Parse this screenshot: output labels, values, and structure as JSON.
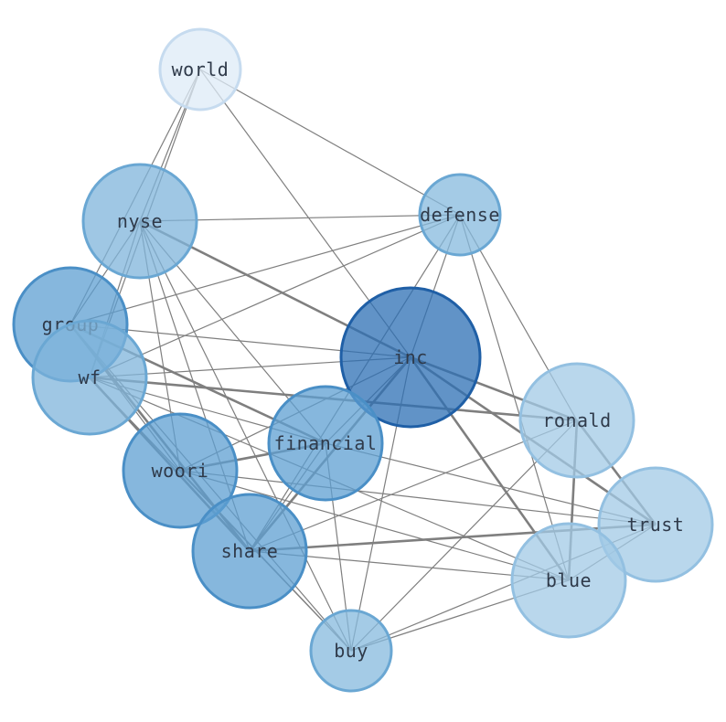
{
  "graph": {
    "type": "network",
    "nodes": [
      {
        "id": "world",
        "label": "world",
        "fill": "#deebf7",
        "stroke": "#c6dbef"
      },
      {
        "id": "nyse",
        "label": "nyse",
        "fill": "#7fb4db",
        "stroke": "#6aa7d3"
      },
      {
        "id": "defense",
        "label": "defense",
        "fill": "#86b9dd",
        "stroke": "#6aa7d3"
      },
      {
        "id": "group",
        "label": "group",
        "fill": "#5e9fd1",
        "stroke": "#4a8fc6"
      },
      {
        "id": "wf",
        "label": "wf",
        "fill": "#7fb4db",
        "stroke": "#6aa7d3"
      },
      {
        "id": "inc",
        "label": "inc",
        "fill": "#2c6fb4",
        "stroke": "#1f5fa6"
      },
      {
        "id": "financial",
        "label": "financial",
        "fill": "#5e9fd1",
        "stroke": "#4a8fc6"
      },
      {
        "id": "woori",
        "label": "woori",
        "fill": "#5e9fd1",
        "stroke": "#4a8fc6"
      },
      {
        "id": "ronald",
        "label": "ronald",
        "fill": "#a2cae6",
        "stroke": "#93c0e1"
      },
      {
        "id": "share",
        "label": "share",
        "fill": "#5e9fd1",
        "stroke": "#4a8fc6"
      },
      {
        "id": "trust",
        "label": "trust",
        "fill": "#a2cae6",
        "stroke": "#93c0e1"
      },
      {
        "id": "blue",
        "label": "blue",
        "fill": "#a2cae6",
        "stroke": "#93c0e1"
      },
      {
        "id": "buy",
        "label": "buy",
        "fill": "#86b9dd",
        "stroke": "#6aa7d3"
      }
    ],
    "edges": [
      {
        "source": "world",
        "target": "nyse",
        "weight": 1
      },
      {
        "source": "world",
        "target": "group",
        "weight": 1
      },
      {
        "source": "world",
        "target": "wf",
        "weight": 1
      },
      {
        "source": "world",
        "target": "defense",
        "weight": 1
      },
      {
        "source": "world",
        "target": "inc",
        "weight": 1
      },
      {
        "source": "nyse",
        "target": "defense",
        "weight": 1
      },
      {
        "source": "nyse",
        "target": "group",
        "weight": 1
      },
      {
        "source": "nyse",
        "target": "wf",
        "weight": 1
      },
      {
        "source": "nyse",
        "target": "inc",
        "weight": 2
      },
      {
        "source": "nyse",
        "target": "financial",
        "weight": 1
      },
      {
        "source": "nyse",
        "target": "share",
        "weight": 1
      },
      {
        "source": "nyse",
        "target": "buy",
        "weight": 1
      },
      {
        "source": "nyse",
        "target": "woori",
        "weight": 1
      },
      {
        "source": "defense",
        "target": "group",
        "weight": 1
      },
      {
        "source": "defense",
        "target": "wf",
        "weight": 1
      },
      {
        "source": "defense",
        "target": "inc",
        "weight": 1
      },
      {
        "source": "defense",
        "target": "share",
        "weight": 1
      },
      {
        "source": "defense",
        "target": "ronald",
        "weight": 1
      },
      {
        "source": "defense",
        "target": "blue",
        "weight": 1
      },
      {
        "source": "group",
        "target": "inc",
        "weight": 1
      },
      {
        "source": "group",
        "target": "financial",
        "weight": 2
      },
      {
        "source": "group",
        "target": "share",
        "weight": 2
      },
      {
        "source": "group",
        "target": "buy",
        "weight": 1
      },
      {
        "source": "group",
        "target": "woori",
        "weight": 1
      },
      {
        "source": "wf",
        "target": "inc",
        "weight": 1
      },
      {
        "source": "wf",
        "target": "ronald",
        "weight": 2
      },
      {
        "source": "wf",
        "target": "financial",
        "weight": 1
      },
      {
        "source": "wf",
        "target": "share",
        "weight": 2
      },
      {
        "source": "wf",
        "target": "buy",
        "weight": 1
      },
      {
        "source": "wf",
        "target": "blue",
        "weight": 1
      },
      {
        "source": "inc",
        "target": "ronald",
        "weight": 2
      },
      {
        "source": "inc",
        "target": "trust",
        "weight": 2
      },
      {
        "source": "inc",
        "target": "blue",
        "weight": 2
      },
      {
        "source": "inc",
        "target": "financial",
        "weight": 1
      },
      {
        "source": "inc",
        "target": "woori",
        "weight": 1
      },
      {
        "source": "inc",
        "target": "share",
        "weight": 2
      },
      {
        "source": "inc",
        "target": "buy",
        "weight": 1
      },
      {
        "source": "financial",
        "target": "woori",
        "weight": 2
      },
      {
        "source": "financial",
        "target": "share",
        "weight": 1
      },
      {
        "source": "financial",
        "target": "trust",
        "weight": 1
      },
      {
        "source": "financial",
        "target": "buy",
        "weight": 1
      },
      {
        "source": "woori",
        "target": "trust",
        "weight": 1
      },
      {
        "source": "woori",
        "target": "blue",
        "weight": 1
      },
      {
        "source": "woori",
        "target": "buy",
        "weight": 1
      },
      {
        "source": "share",
        "target": "trust",
        "weight": 2
      },
      {
        "source": "share",
        "target": "ronald",
        "weight": 1
      },
      {
        "source": "share",
        "target": "blue",
        "weight": 1
      },
      {
        "source": "ronald",
        "target": "trust",
        "weight": 2
      },
      {
        "source": "ronald",
        "target": "blue",
        "weight": 2
      },
      {
        "source": "ronald",
        "target": "buy",
        "weight": 1
      },
      {
        "source": "trust",
        "target": "blue",
        "weight": 1
      },
      {
        "source": "trust",
        "target": "buy",
        "weight": 1
      },
      {
        "source": "blue",
        "target": "buy",
        "weight": 1
      }
    ]
  }
}
